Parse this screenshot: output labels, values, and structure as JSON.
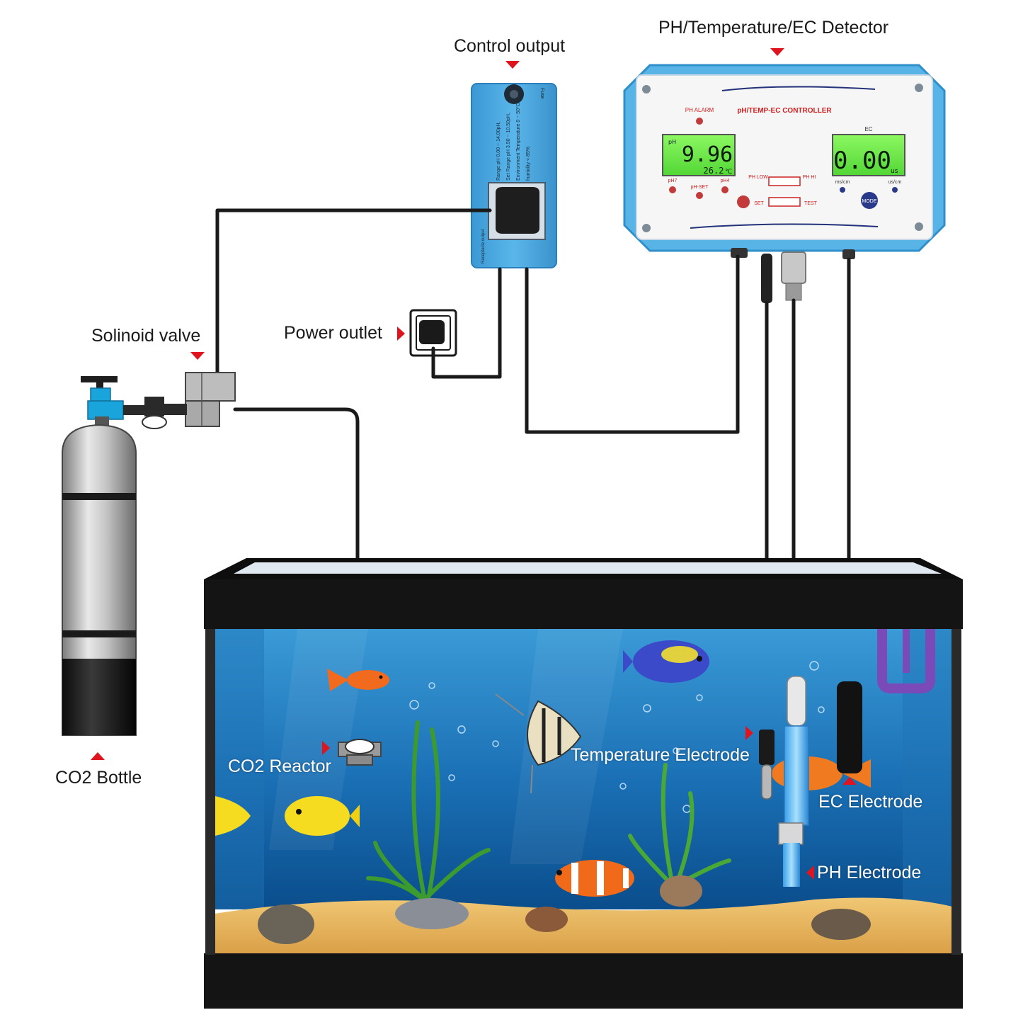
{
  "labels": {
    "detector": "PH/Temperature/EC Detector",
    "control_output": "Control output",
    "power_outlet": "Power outlet",
    "solenoid_valve": "Solinoid valve",
    "co2_bottle": "CO2 Bottle",
    "co2_reactor": "CO2 Reactor",
    "temperature_electrode": "Temperature Electrode",
    "ec_electrode": "EC Electrode",
    "ph_electrode": "PH Electrode"
  },
  "controller": {
    "title": "pH/TEMP-EC CONTROLLER",
    "ph_alarm": "PH ALARM",
    "ph_reading": "9.96",
    "ph_unit": "pH",
    "temp_reading": "26.2",
    "temp_unit": "℃",
    "ec_heading": "EC",
    "ec_reading": "0.00",
    "ec_unit": "us",
    "btn_ph7": "pH7",
    "btn_phset": "pH-SET",
    "btn_ph4": "pH4",
    "ph_low": "PH LOW",
    "ph_hi": "PH HI",
    "set": "SET",
    "test": "TEST",
    "ms_cm": "ms/cm",
    "us_cm": "us/cm",
    "mode": "MODE"
  },
  "relay_box": {
    "fuse": "Fuse",
    "spec_lines": [
      "Range pH 0.00 ~ 14.00pH,",
      "Set Range pH 3.50 ~ 10.50pH,",
      "Environment Temperature 0 ~ 50°C",
      "humidity < 85%"
    ],
    "socket_label": "Receptacle output"
  },
  "colors": {
    "marker": "#e0141e",
    "controller_shell": "#58b4e6",
    "lcd_green": "#74f24a",
    "relay_blue": "#4aa8df",
    "water_top": "#2a83c4",
    "water_bottom": "#0a4d8c",
    "sand": "#e8b862",
    "frame": "#141414"
  }
}
